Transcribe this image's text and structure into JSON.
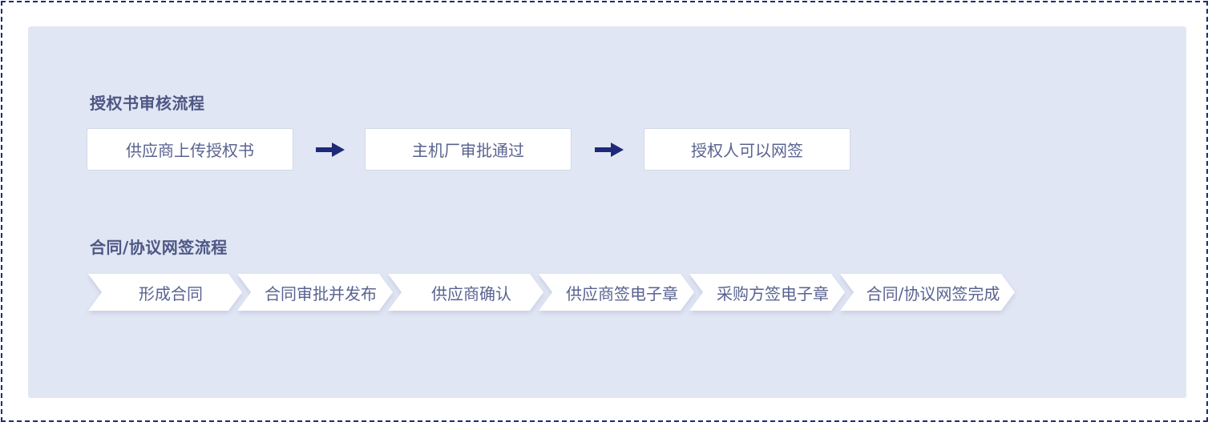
{
  "authorization": {
    "title": "授权书审核流程",
    "steps": [
      {
        "label": "供应商上传授权书"
      },
      {
        "label": "主机厂审批通过"
      },
      {
        "label": "授权人可以网签"
      }
    ]
  },
  "contract": {
    "title": "合同/协议网签流程",
    "steps": [
      {
        "label": "形成合同"
      },
      {
        "label": "合同审批并发布"
      },
      {
        "label": "供应商确认"
      },
      {
        "label": "供应商签电子章"
      },
      {
        "label": "采购方签电子章"
      },
      {
        "label": "合同/协议网签完成"
      }
    ]
  },
  "colors": {
    "frame_border": "#1e2a78",
    "panel_bg": "#e1e6f4",
    "arrow": "#1e2a78",
    "text": "#5a6390"
  }
}
